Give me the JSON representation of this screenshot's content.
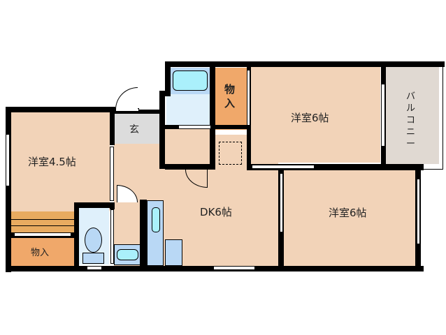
{
  "floorplan": {
    "rooms": [
      {
        "id": "western-room-4-5",
        "label": "洋室4.5帖"
      },
      {
        "id": "closet-left",
        "label": "物入"
      },
      {
        "id": "entrance",
        "label": "玄"
      },
      {
        "id": "closet-top",
        "label": "物入"
      },
      {
        "id": "western-room-6-top",
        "label": "洋室6帖"
      },
      {
        "id": "balcony",
        "label": "バルコニー"
      },
      {
        "id": "dining-kitchen",
        "label": "DK6帖"
      },
      {
        "id": "western-room-6-bottom",
        "label": "洋室6帖"
      }
    ],
    "colors": {
      "room_floor": "#f2d3b8",
      "closet": "#f0a86a",
      "shelf": "#e8ab60",
      "entrance": "#dcdcdc",
      "balcony": "#e0d9d2",
      "wet_area": "#dff0fb",
      "fixture": "#b9d8f5",
      "bathtub": "#aaf0fb",
      "wall": "#000000"
    }
  }
}
